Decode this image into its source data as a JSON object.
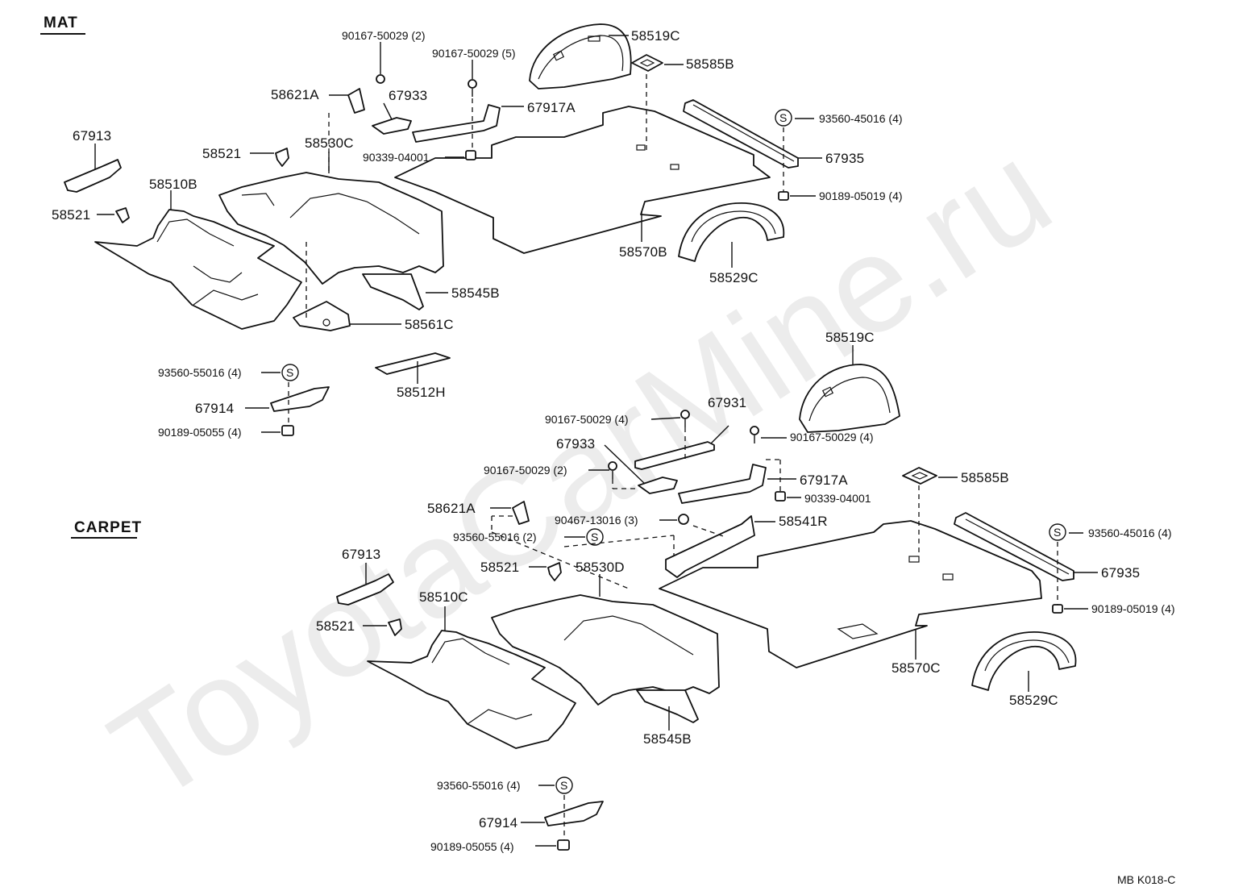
{
  "watermark": "ToyotaCarMine.ru",
  "sections": {
    "mat": "MAT",
    "carpet": "CARPET"
  },
  "diagram_code": "MB  K018-C",
  "s_symbol": "S",
  "labels": {
    "m_90167_2": "90167-50029 (2)",
    "m_58519C": "58519C",
    "m_90167_5": "90167-50029 (5)",
    "m_58585B": "58585B",
    "m_58621A": "58621A",
    "m_67933": "67933",
    "m_67917A": "67917A",
    "m_67913": "67913",
    "m_93560_45016": "93560-45016 (4)",
    "m_58521a": "58521",
    "m_58530C": "58530C",
    "m_90339": "90339-04001",
    "m_67935": "67935",
    "m_58510B": "58510B",
    "m_90189_05019": "90189-05019 (4)",
    "m_58521b": "58521",
    "m_58570B": "58570B",
    "m_58529C": "58529C",
    "m_58545B": "58545B",
    "m_58561C": "58561C",
    "m_93560_55016": "93560-55016 (4)",
    "m_58512H": "58512H",
    "m_67914": "67914",
    "m_90189_05055": "90189-05055 (4)",
    "c_58519C": "58519C",
    "c_90167_4a": "90167-50029 (4)",
    "c_67931": "67931",
    "c_67933": "67933",
    "c_90167_4b": "90167-50029 (4)",
    "c_90167_2": "90167-50029 (2)",
    "c_67917A": "67917A",
    "c_90339": "90339-04001",
    "c_58585B": "58585B",
    "c_58621A": "58621A",
    "c_90467": "90467-13016 (3)",
    "c_58541R": "58541R",
    "c_93560_55016_2": "93560-55016 (2)",
    "c_93560_45016": "93560-45016 (4)",
    "c_67913": "67913",
    "c_58521a": "58521",
    "c_58530D": "58530D",
    "c_67935": "67935",
    "c_58510C": "58510C",
    "c_90189_05019": "90189-05019 (4)",
    "c_58521b": "58521",
    "c_58570C": "58570C",
    "c_58529C": "58529C",
    "c_58545B": "58545B",
    "c_93560_55016_4": "93560-55016 (4)",
    "c_67914": "67914",
    "c_90189_05055": "90189-05055 (4)"
  }
}
